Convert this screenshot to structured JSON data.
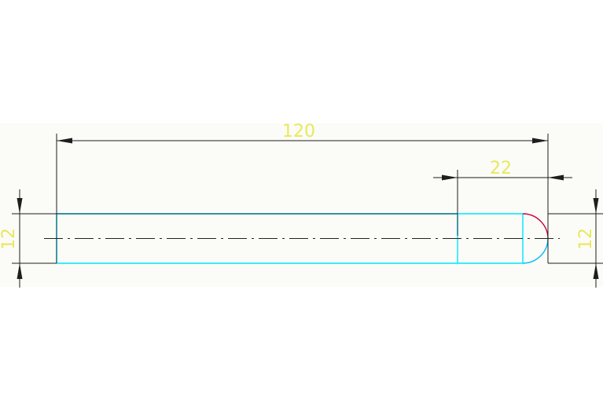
{
  "dimensions": {
    "overall_length": "120",
    "end_length": "22",
    "left_diameter": "12",
    "right_diameter": "12"
  },
  "colors": {
    "canvas": "#fbfcf7",
    "dimension_line": "#1e1e1e",
    "dimension_text": "#e8e85c",
    "outline": "#00e5ff",
    "center_line": "#222222",
    "end_arc": "#c8003c",
    "dark_edge": "#0a5a6a"
  }
}
